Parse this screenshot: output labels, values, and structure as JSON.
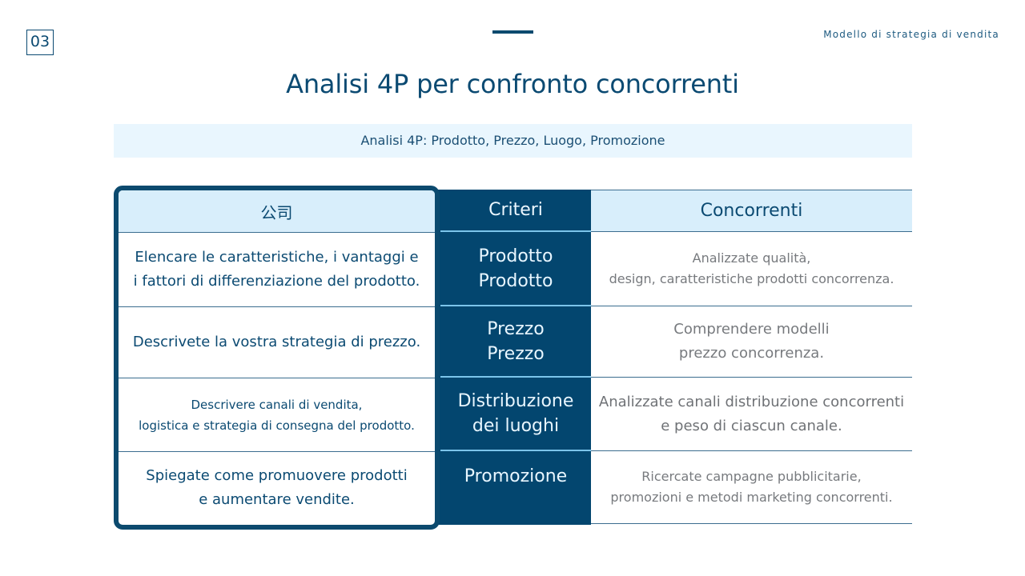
{
  "slide": {
    "page_number": "03",
    "header_right": "Modello di strategia di vendita",
    "title": "Analisi 4P per confronto concorrenti",
    "subtitle": "Analisi 4P: Prodotto, Prezzo, Luogo, Promozione"
  },
  "colors": {
    "primary_navy": "#03466f",
    "title_blue": "#0b4a72",
    "header_light_blue": "#d8eefb",
    "subtitle_bg": "#e9f6fe",
    "competitor_text_gray": "#777a7e",
    "criteria_divider": "#7cc4ea"
  },
  "table": {
    "headers": {
      "company": "公司",
      "criteria": "Criteri",
      "competitors": "Concorrenti"
    },
    "rows": [
      {
        "company": [
          "Elencare le caratteristiche, i vantaggi e",
          "i fattori di differenziazione del prodotto."
        ],
        "criteria": [
          "Prodotto",
          "Prodotto"
        ],
        "competitors": [
          "Analizzate qualità,",
          "design, caratteristiche prodotti concorrenza."
        ]
      },
      {
        "company": [
          "Descrivete la vostra strategia di prezzo."
        ],
        "criteria": [
          "Prezzo",
          "Prezzo"
        ],
        "competitors": [
          "Comprendere modelli",
          "prezzo concorrenza."
        ]
      },
      {
        "company": [
          "Descrivere canali di vendita,",
          "logistica e strategia di consegna del prodotto."
        ],
        "criteria": [
          "Distribuzione",
          "dei luoghi"
        ],
        "competitors": [
          "Analizzate canali distribuzione concorrenti",
          "e peso di ciascun canale."
        ]
      },
      {
        "company": [
          "Spiegate come promuovere prodotti",
          "e aumentare vendite."
        ],
        "criteria": [
          "Promozione"
        ],
        "competitors": [
          "Ricercate campagne pubblicitarie,",
          "promozioni e metodi marketing concorrenti."
        ]
      }
    ]
  }
}
